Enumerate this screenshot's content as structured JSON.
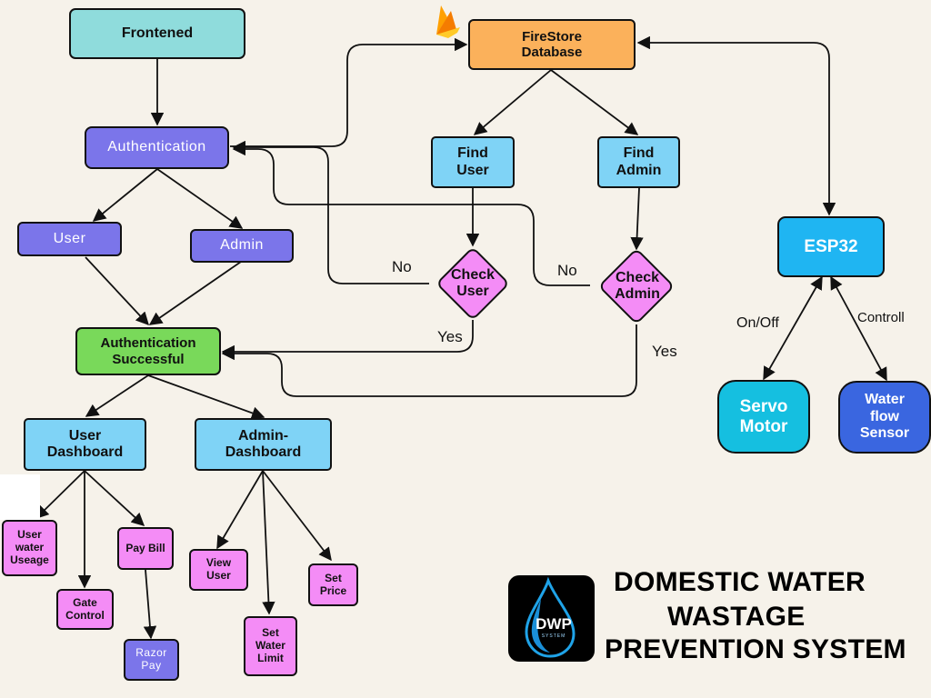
{
  "colors": {
    "background": "#f6f2ea",
    "cyan_box": "#8fdcdc",
    "firestore": "#fbb15b",
    "blue_box": "#7fd3f6",
    "purple_box": "#7b75ea",
    "green_box": "#79d95a",
    "pink_box": "#f48cf6",
    "esp32": "#1fb5f2",
    "servo": "#15bfe0",
    "sensor": "#3a66e0"
  },
  "nodes": {
    "frontend": "Frontened",
    "firestore": "FireStore\nDatabase",
    "authentication": "Authentication",
    "find_user": "Find\nUser",
    "find_admin": "Find\nAdmin",
    "user": "User",
    "admin": "Admin",
    "check_user": "Check\nUser",
    "check_admin": "Check\nAdmin",
    "esp32": "ESP32",
    "auth_success": "Authentication\nSuccessful",
    "servo_motor": "Servo\nMotor",
    "water_flow_sensor": "Water\nflow\nSensor",
    "user_dashboard": "User\nDashboard",
    "admin_dashboard": "Admin-\nDashboard",
    "user_water_usage": "User\nwater\nUseage",
    "pay_bill": "Pay Bill",
    "gate_control": "Gate\nControl",
    "razor_pay": "Razor\nPay",
    "view_user": "View\nUser",
    "set_price": "Set\nPrice",
    "set_water_limit": "Set\nWater\nLimit"
  },
  "edge_labels": {
    "no_user": "No",
    "no_admin": "No",
    "yes_user": "Yes",
    "yes_admin": "Yes",
    "on_off": "On/Off",
    "controll": "Controll"
  },
  "title_lines": [
    "DOMESTIC WATER",
    "WASTAGE",
    "PREVENTION SYSTEM"
  ],
  "logo": {
    "text": "DWP",
    "subtext": "SYSTEM",
    "icon": "water-drop-icon"
  },
  "firebase_icon": "firebase-flame-icon"
}
